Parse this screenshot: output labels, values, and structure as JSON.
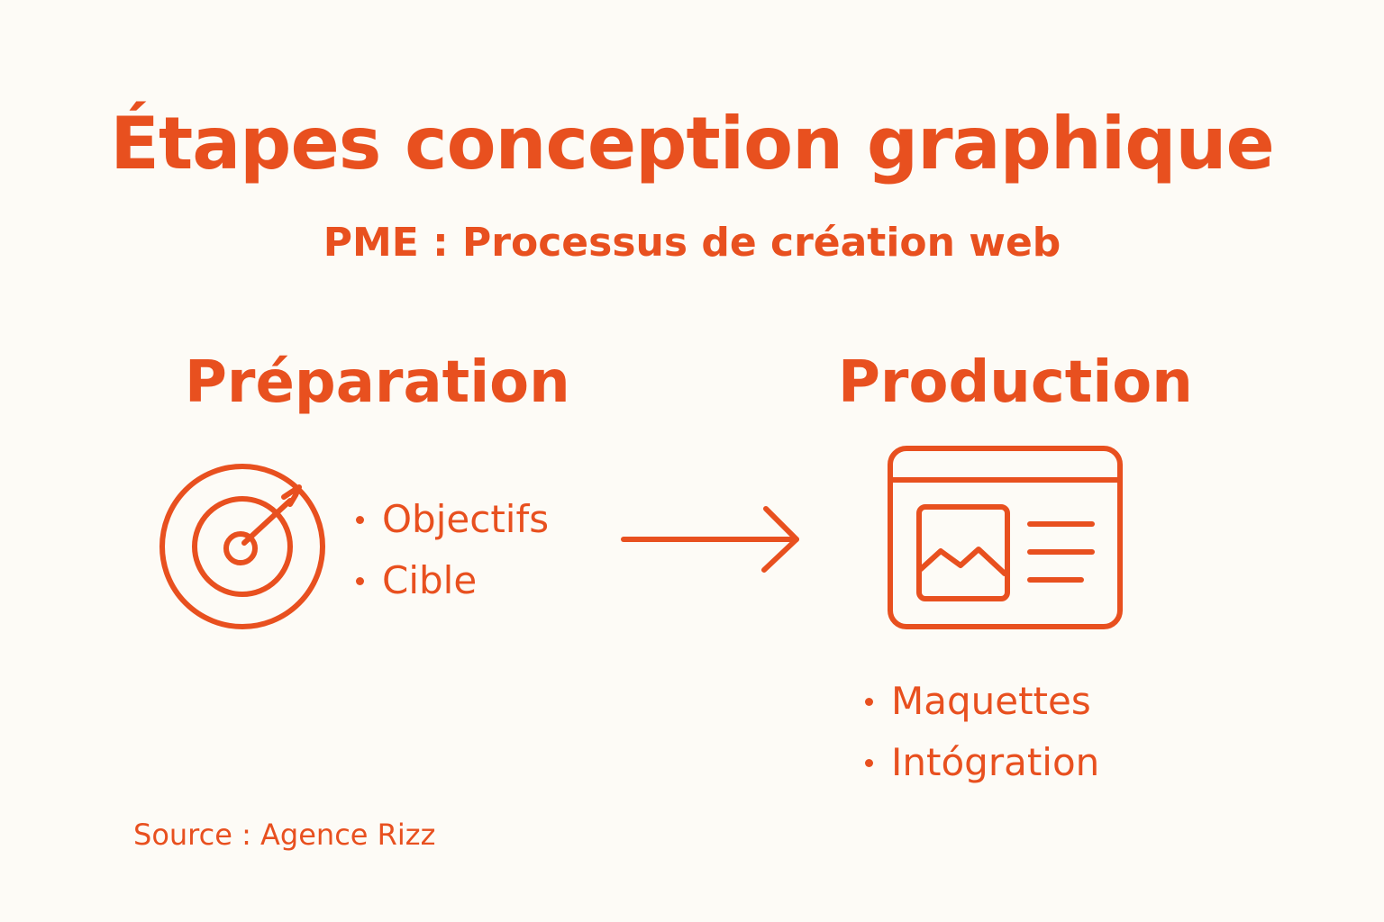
{
  "title": "Étapes conception graphique",
  "subtitle": "PME : Processus de création web",
  "stages": [
    {
      "label": "Préparation",
      "icon": "target-icon",
      "items": [
        "Objectifs",
        "Cible"
      ]
    },
    {
      "label": "Production",
      "icon": "browser-layout-icon",
      "items": [
        "Maquettes",
        "Intógration"
      ]
    }
  ],
  "connector_icon": "arrow-right-icon",
  "source": "Source : Agence Rizz",
  "colors": {
    "accent": "#e8501f",
    "background": "#fdfbf6"
  }
}
